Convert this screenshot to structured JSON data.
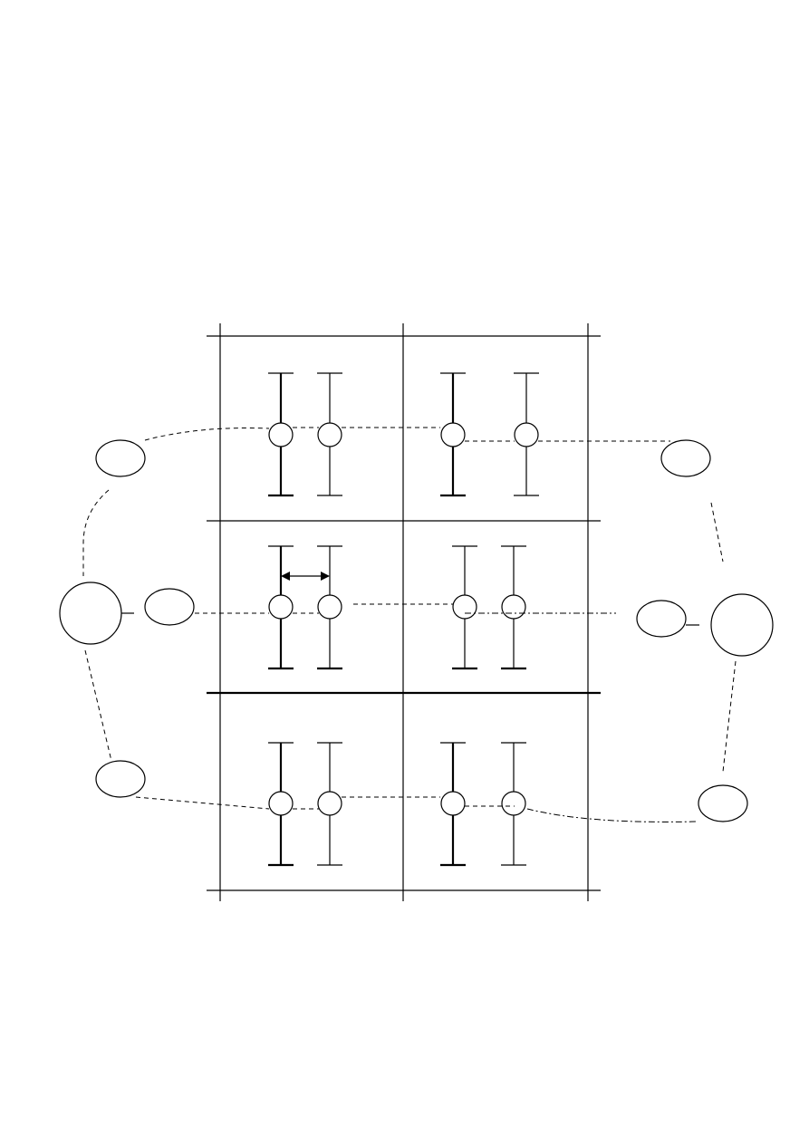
{
  "diagram": {
    "background": "#ffffff",
    "stroke_color": "#000000",
    "grid": {
      "rows": 3,
      "columns": 2
    },
    "symbols_per_cell": 2,
    "has_text": false
  }
}
